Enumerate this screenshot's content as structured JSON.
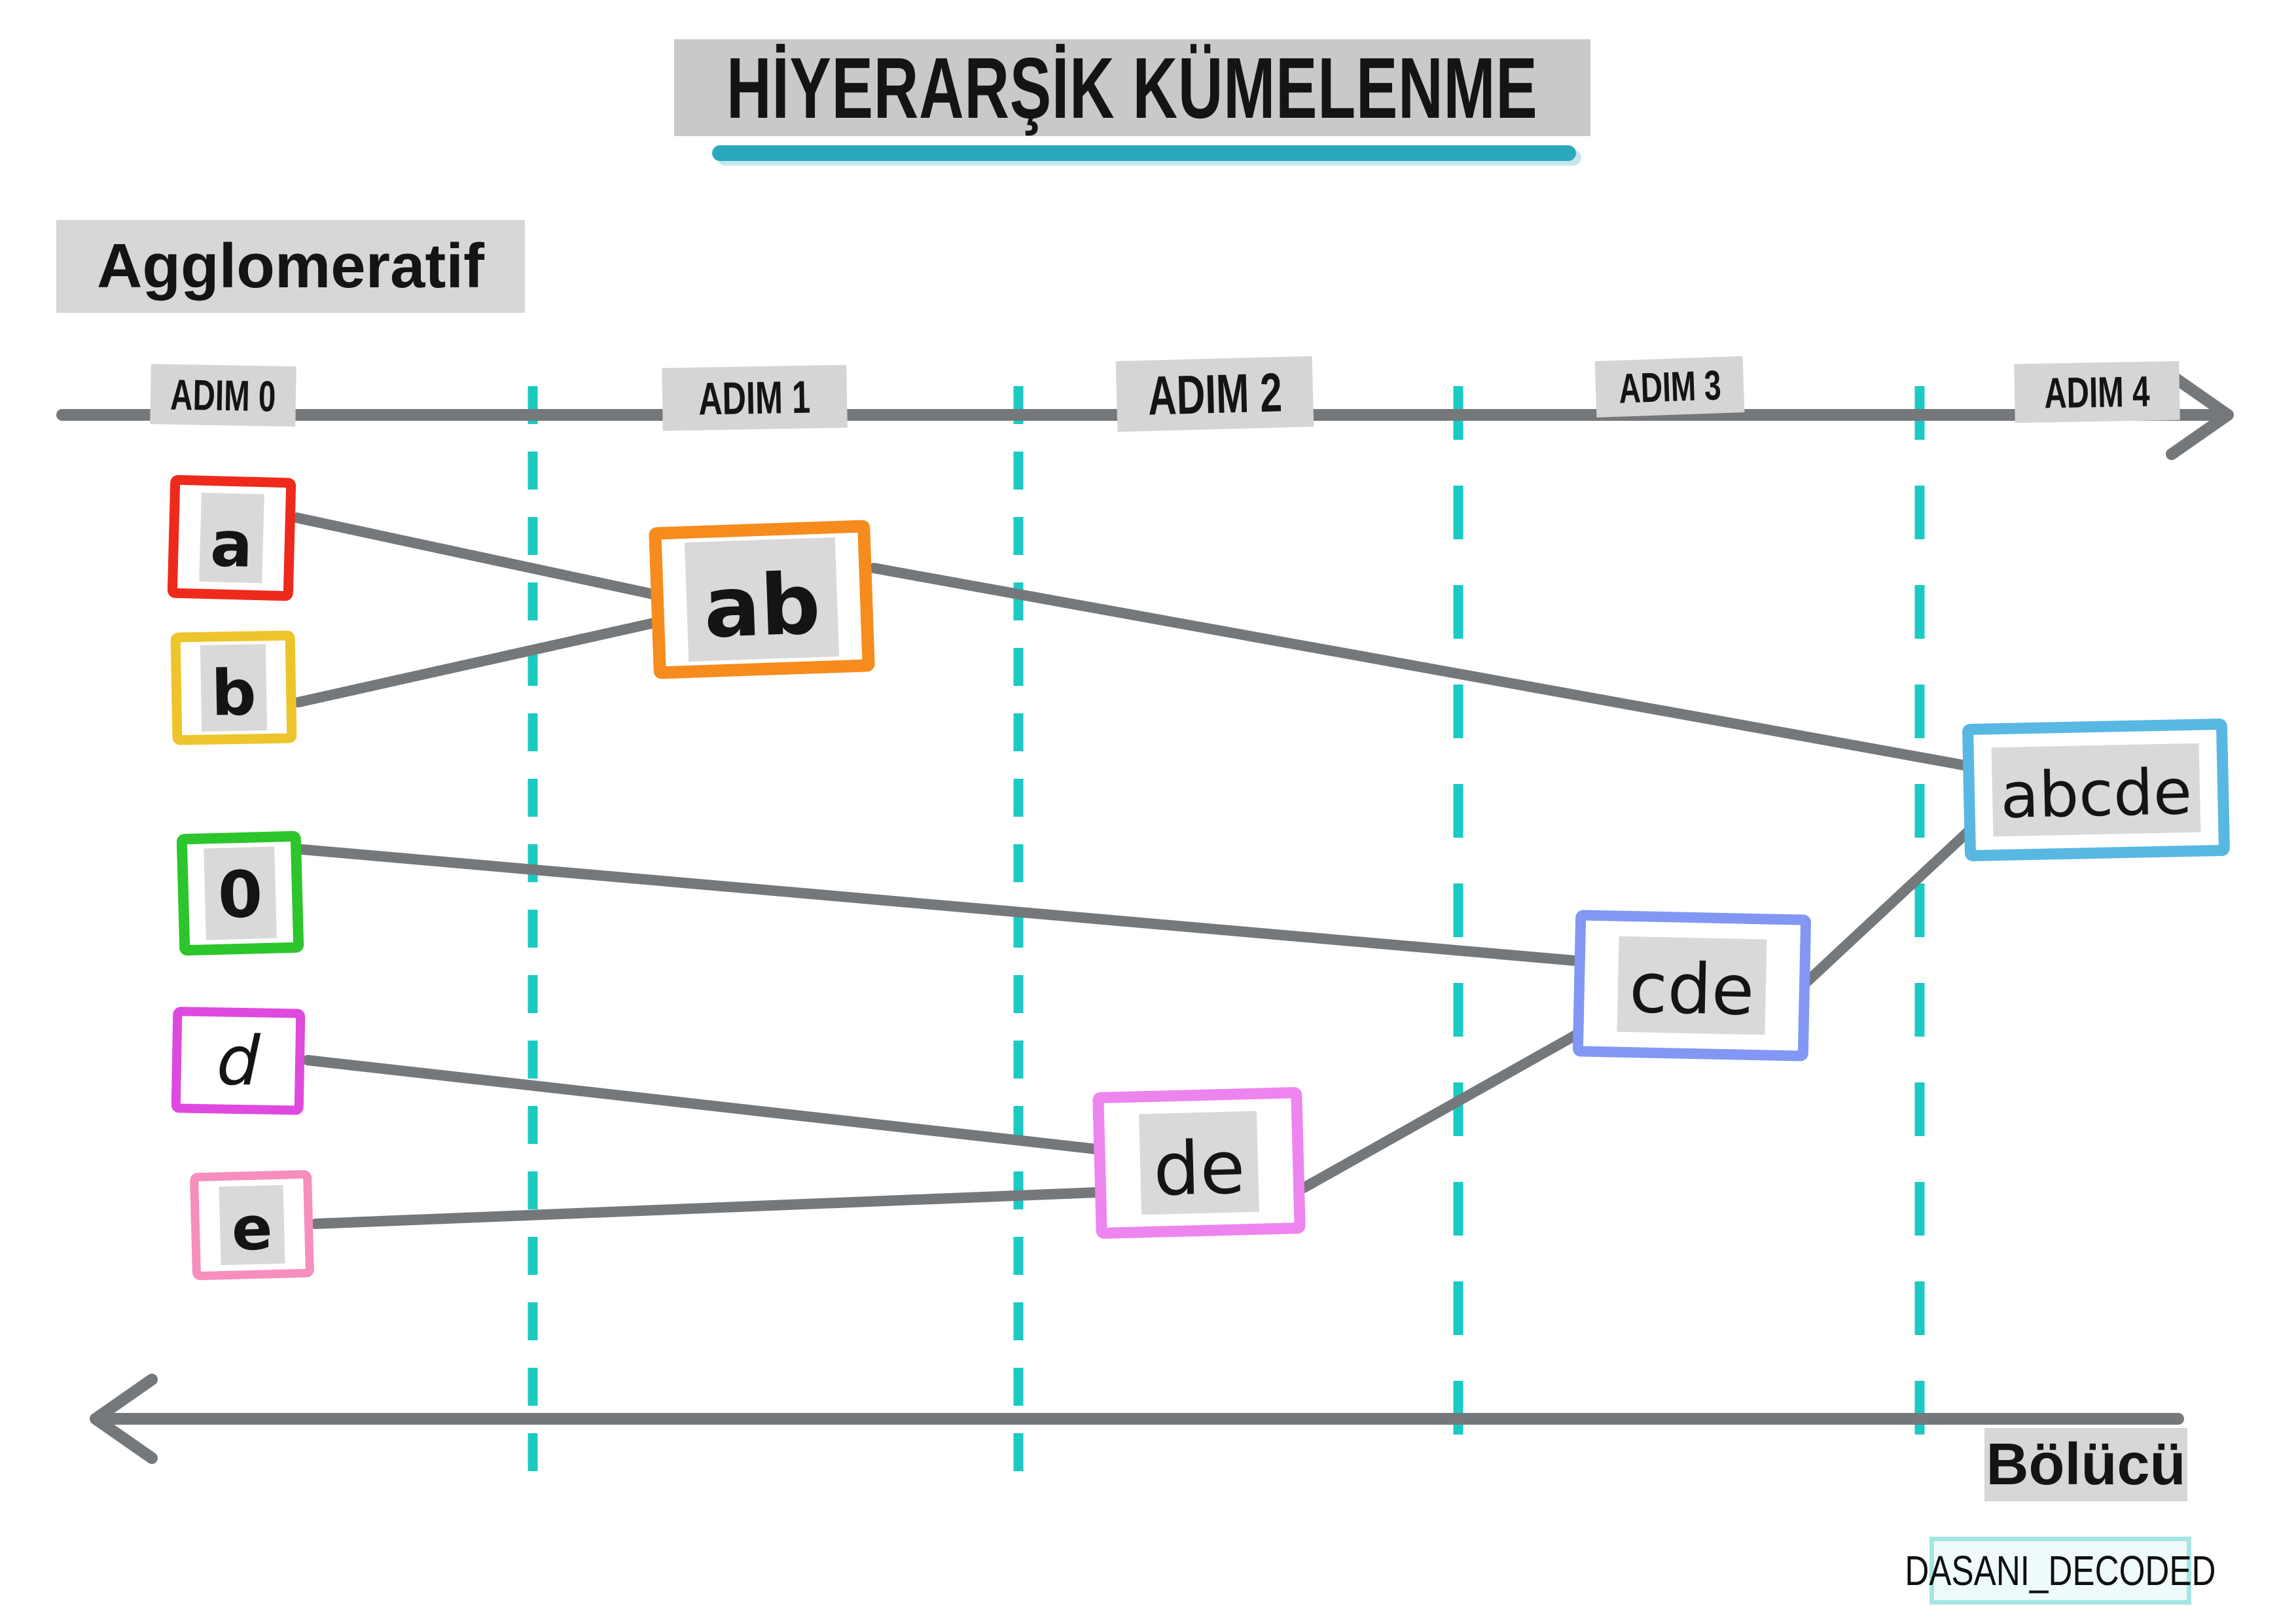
{
  "title": "HİYERARŞİK KÜMELENME",
  "labels": {
    "method_top": "Agglomeratif",
    "method_bottom": "Bölücü",
    "watermark": "DASANI_DECODED"
  },
  "timeline": {
    "steps": [
      "ADIM 0",
      "ADIM 1",
      "ADIM 2",
      "ADIM 3",
      "ADIM 4"
    ],
    "top_axis_direction": "right",
    "bottom_axis_direction": "left"
  },
  "nodes": [
    {
      "id": "a",
      "label": "a",
      "border_color": "#ee2a1d",
      "label_style": "dark-on-gray"
    },
    {
      "id": "b",
      "label": "b",
      "border_color": "#eec42c",
      "label_style": "dark-on-gray"
    },
    {
      "id": "c",
      "label": "0",
      "border_color": "#2cc52c",
      "label_style": "dark-on-gray"
    },
    {
      "id": "d",
      "label": "d",
      "border_color": "#de4ade",
      "label_style": "gray-handwritten"
    },
    {
      "id": "e",
      "label": "e",
      "border_color": "#f78fbe",
      "label_style": "dark-on-gray"
    },
    {
      "id": "ab",
      "label": "ab",
      "border_color": "#f68b1e",
      "label_style": "dark-on-gray"
    },
    {
      "id": "de",
      "label": "de",
      "border_color": "#ee85ee",
      "label_style": "dark-on-gray"
    },
    {
      "id": "cde",
      "label": "cde",
      "border_color": "#8297f3",
      "label_style": "dark-on-gray"
    },
    {
      "id": "abcde",
      "label": "abcde",
      "border_color": "#58b8e2",
      "label_style": "dark-on-gray"
    }
  ],
  "edges": [
    {
      "from": "a",
      "to": "ab"
    },
    {
      "from": "b",
      "to": "ab"
    },
    {
      "from": "ab",
      "to": "abcde"
    },
    {
      "from": "c",
      "to": "cde"
    },
    {
      "from": "d",
      "to": "de"
    },
    {
      "from": "e",
      "to": "de"
    },
    {
      "from": "de",
      "to": "cde"
    },
    {
      "from": "cde",
      "to": "abcde"
    }
  ],
  "colors": {
    "edge": "#75787b",
    "axis": "#75787b",
    "divider_dash": "#1bcac2",
    "title_underline": "#2aa9bd",
    "title_bg": "#c9c9c9",
    "label_bg": "#d7d7d7",
    "letter_highlight_bg": "#d9d9d9",
    "node_text": "#141414",
    "handwritten_text": "#6f7276",
    "watermark_border": "#a5e6e3",
    "watermark_bg": "#effbfb"
  }
}
